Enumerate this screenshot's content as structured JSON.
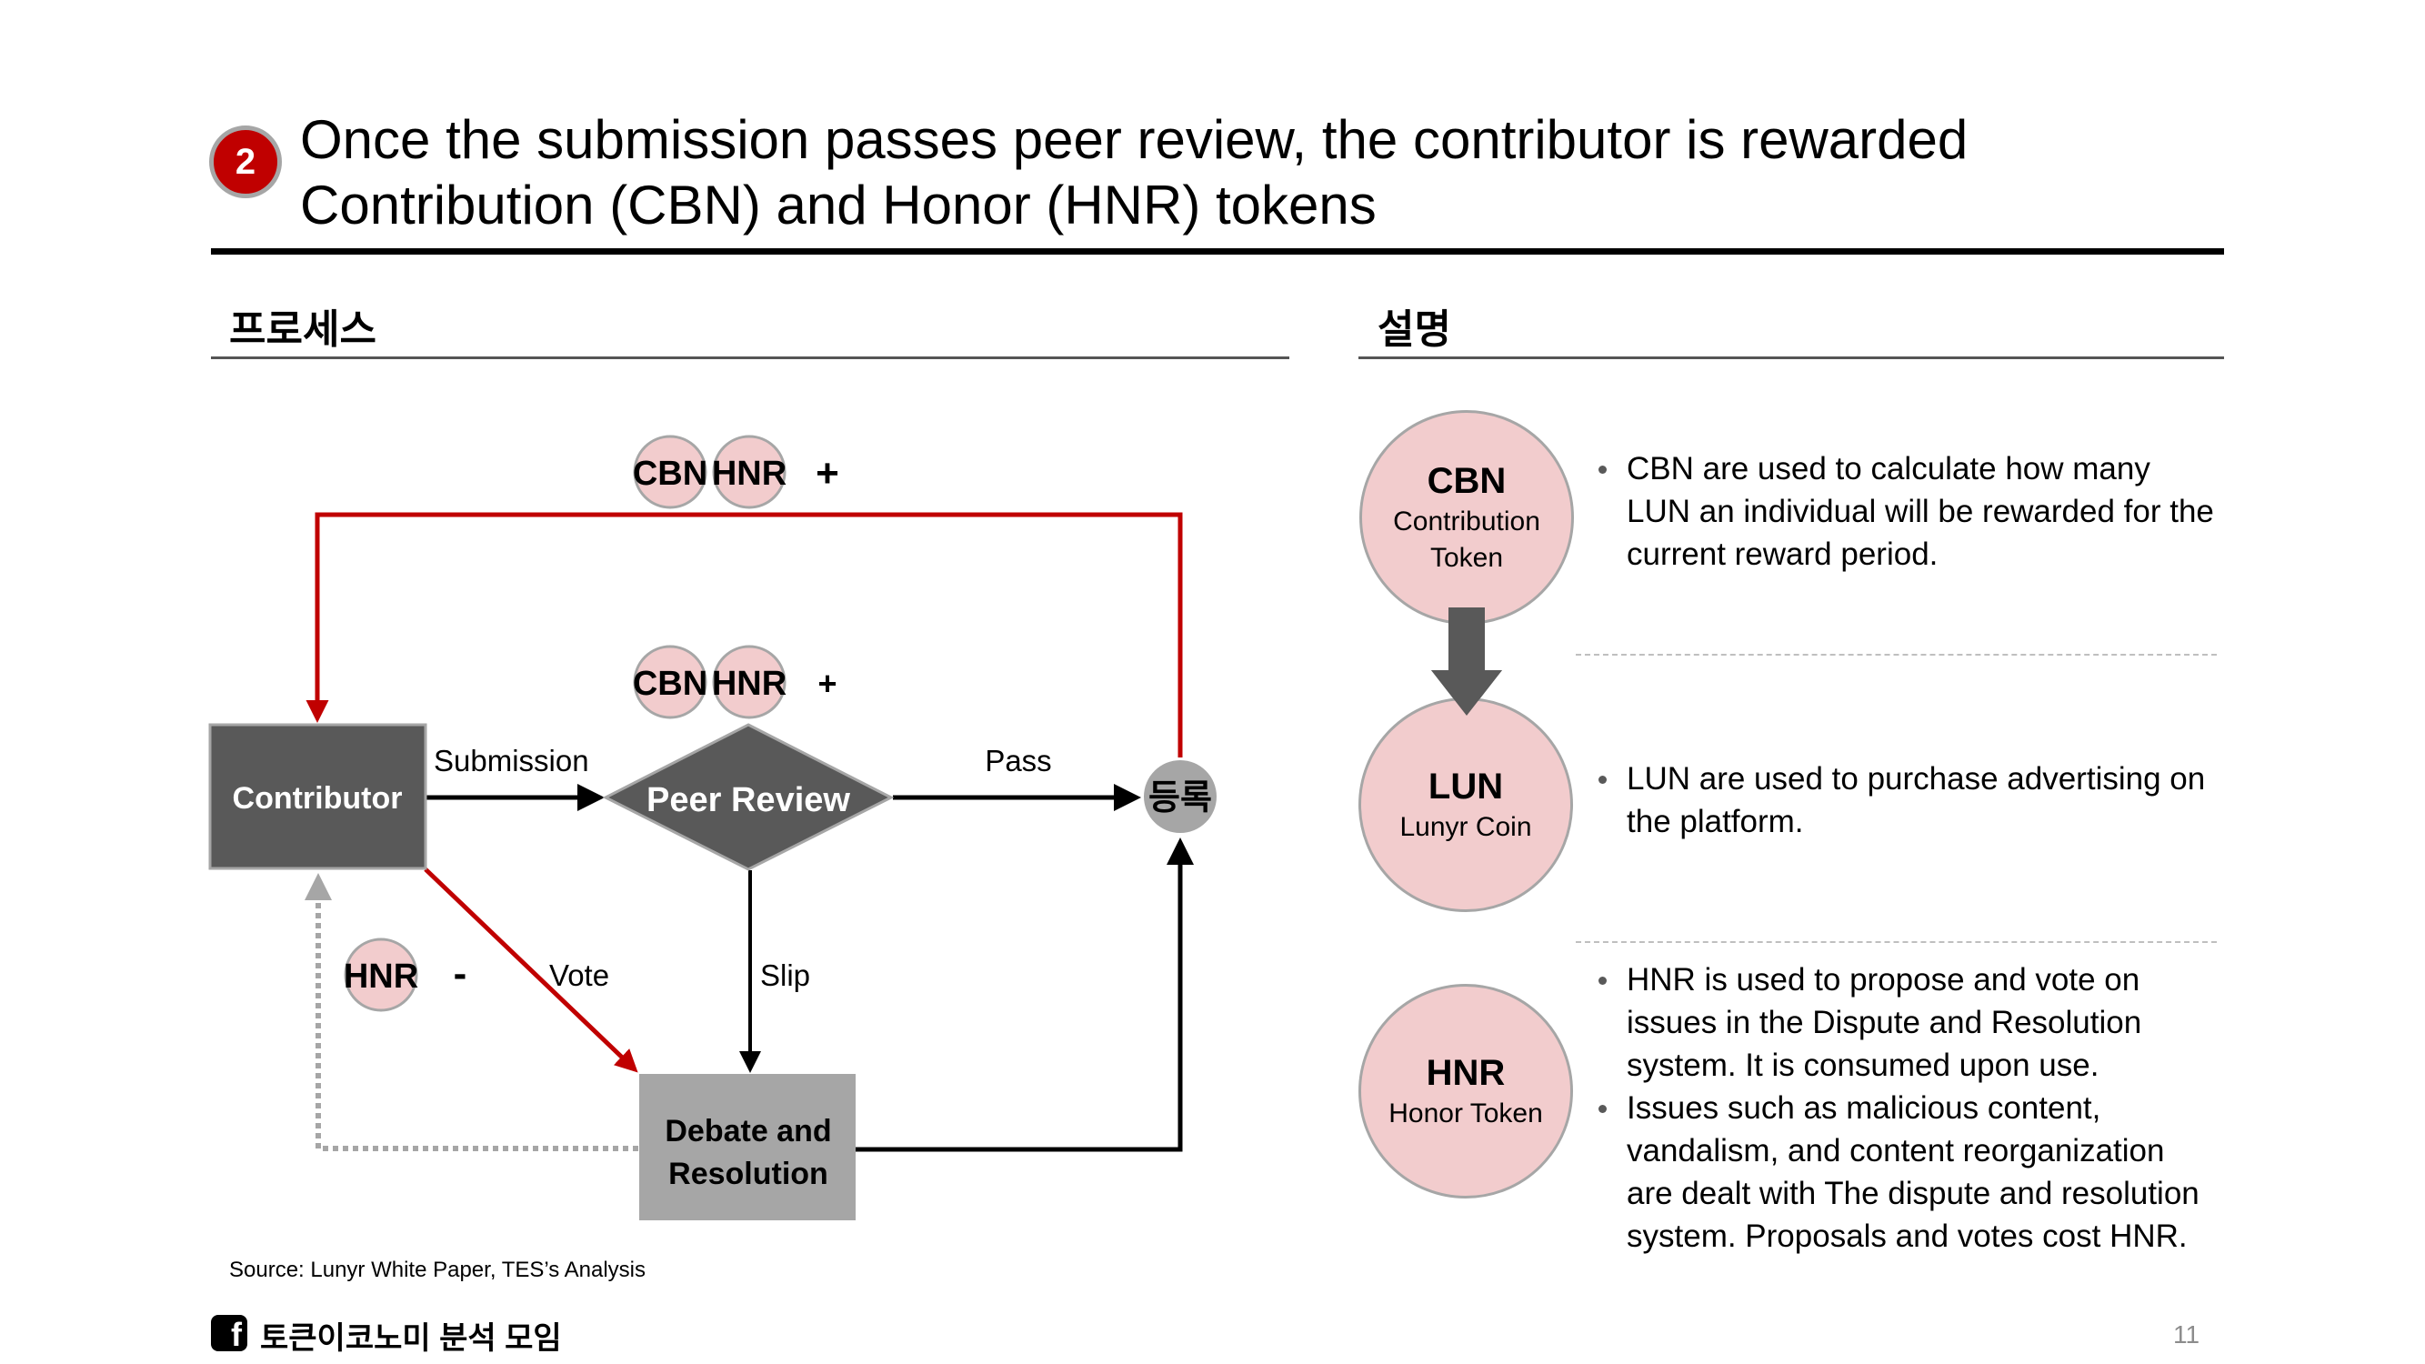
{
  "header": {
    "step_number": "2",
    "title_line1": "Once the submission passes peer review, the contributor is rewarded",
    "title_line2": "Contribution (CBN) and Honor (HNR) tokens"
  },
  "sections": {
    "process_title": "프로세스",
    "description_title": "설명"
  },
  "diagram": {
    "nodes": {
      "contributor": "Contributor",
      "peer_review": "Peer Review",
      "debate_line1": "Debate and",
      "debate_line2": "Resolution",
      "register": "등록"
    },
    "edges": {
      "submission": "Submission",
      "pass": "Pass",
      "vote": "Vote",
      "slip": "Slip"
    },
    "rewards": {
      "top_tokens": [
        "CBN",
        "HNR"
      ],
      "top_sign": "+",
      "middle_tokens": [
        "CBN",
        "HNR"
      ],
      "middle_sign": "+",
      "penalty_token": "HNR",
      "penalty_sign": "-"
    },
    "colors": {
      "reward_path": "#c00000",
      "node_dark": "#595959",
      "node_light": "#a6a6a6",
      "token_fill": "#f2cccd"
    }
  },
  "tokens": [
    {
      "code": "CBN",
      "name": "Contribution Token",
      "bullets": [
        "CBN are used to calculate how many LUN an individual will be rewarded for the current reward period."
      ]
    },
    {
      "code": "LUN",
      "name": "Lunyr Coin",
      "bullets": [
        "LUN are used to purchase advertising on the platform."
      ]
    },
    {
      "code": "HNR",
      "name": "Honor Token",
      "bullets": [
        "HNR is used to propose and vote on issues in the Dispute and Resolution system. It is consumed upon use.",
        "Issues such as malicious content, vandalism, and content reorganization are dealt with The dispute and resolution system. Proposals and votes cost HNR."
      ]
    }
  ],
  "footer": {
    "source": "Source: Lunyr White Paper, TES’s Analysis",
    "brand_icon": "facebook-icon",
    "brand_text": "토큰이코노미 분석 모임",
    "page_number": "11"
  }
}
